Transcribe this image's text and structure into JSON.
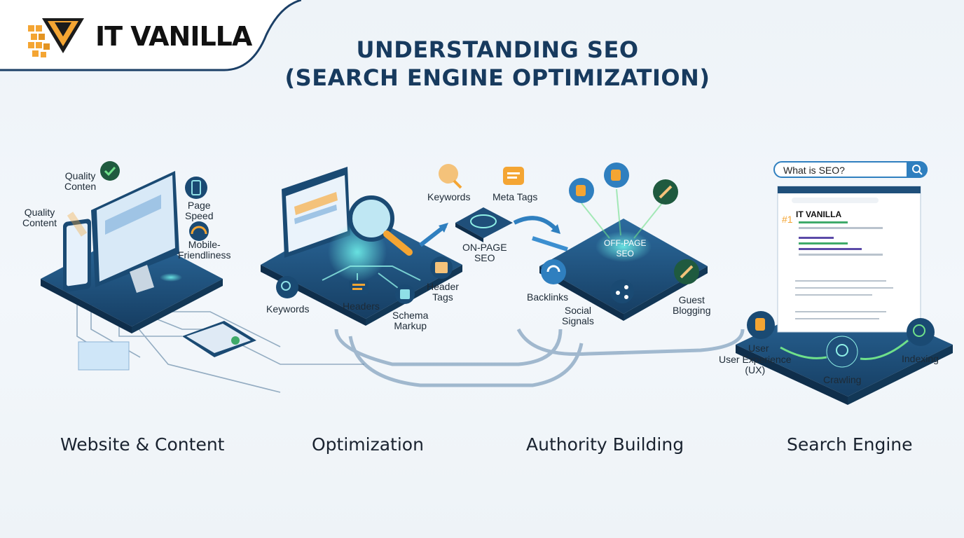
{
  "brand": {
    "name": "IT VANILLA"
  },
  "title": {
    "line1": "UNDERSTANDING SEO",
    "line2": "(SEARCH ENGINE OPTIMIZATION)"
  },
  "sections": {
    "website": {
      "heading": "Website & Content",
      "labels": {
        "quality_conten": "Quality\nConten",
        "quality_content": "Quality\nContent",
        "page_speed": "Page\nSpeed",
        "mobile": "Mobile-\nFriendliness"
      }
    },
    "optimization": {
      "heading": "Optimization",
      "labels": {
        "keywords_top": "Keywords",
        "meta_tags": "Meta Tags",
        "on_page": "ON-PAGE\nSEO",
        "keywords": "Keywords",
        "headers": "Headers",
        "header_tags": "Header\nTags",
        "schema": "Schema\nMarkup"
      }
    },
    "authority": {
      "heading": "Authority Building",
      "labels": {
        "off_page": "OFF-PAGE\nSEO",
        "backlinks": "Backlinks",
        "social": "Social\nSignals",
        "guest": "Guest\nBlogging"
      }
    },
    "search_engine": {
      "heading": "Search Engine",
      "search_query": "What is SEO?",
      "result_brand": "IT VANILLA",
      "rank": "#1",
      "labels": {
        "user": "User",
        "ux": "User Experience\n(UX)",
        "crawling": "Crawling",
        "indexing": "Indexing"
      }
    }
  },
  "colors": {
    "navy": "#173a5e",
    "accent_blue": "#2f7fbf",
    "platform": "#1f4f7a",
    "teal": "#4fd6d0",
    "orange": "#f4a533",
    "green": "#3faa6a"
  }
}
